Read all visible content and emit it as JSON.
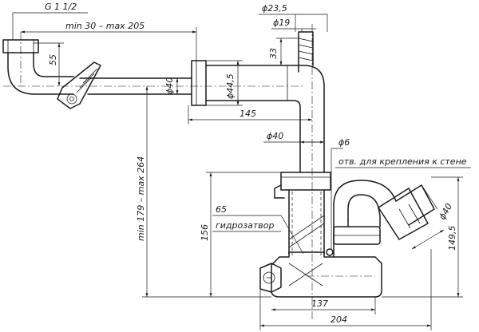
{
  "labels": {
    "thread": "G 1 1/2",
    "pipe_length": "min 30 – max 205",
    "outer_diameter_top": "ϕ23,5",
    "inner_diameter_top": "ϕ19",
    "dim_33": "33",
    "dim_55": "55",
    "pipe_diameter_40": "ϕ40",
    "nut_diameter": "ϕ44,5",
    "dim_145": "145",
    "vertical_diameter_40": "ϕ40",
    "height_range": "min 179 – max 264",
    "hole_diameter": "ϕ6",
    "wall_mount_note": "отв. для крепления к стене",
    "seal_depth": "65",
    "water_seal": "гидрозатвор",
    "height_156": "156",
    "outlet_diameter": "ϕ40",
    "height_149_5": "149,5",
    "width_137": "137",
    "width_204": "204"
  }
}
